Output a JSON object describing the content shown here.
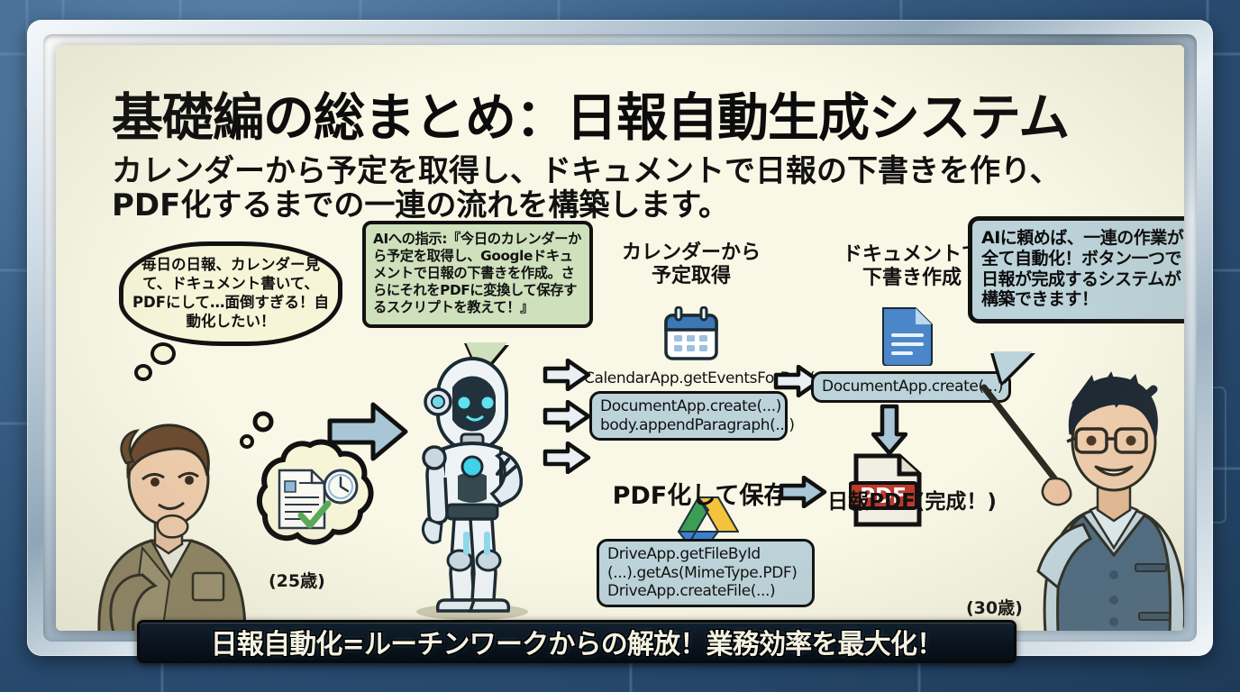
{
  "heading": {
    "title": "基礎編の総まとめ：日報自動生成システム",
    "sub1": "カレンダーから予定を取得し、ドキュメントで日報の下書きを作り、",
    "sub2": "PDF化するまでの一連の流れを構築します。"
  },
  "left_person": {
    "thought": "毎日の日報、カレンダー見て、ドキュメント書いて、PDFにして…面倒すぎる！自動化したい！",
    "age_label": "(25歳)"
  },
  "ai_prompt": {
    "text": "AIへの指示:『今日のカレンダーから予定を取得し、Googleドキュメントで日報の下書きを作成。さらにそれをPDFに変換して保存するスクリプトを教えて！』"
  },
  "right_person": {
    "speech": "AIに頼めば、一連の作業が全て自動化！ボタン一つで日報が完成するシステムが構築できます！",
    "age_label": "(30歳)"
  },
  "flow": {
    "calendar": {
      "label_line1": "カレンダーから",
      "label_line2": "予定取得",
      "icon": "calendar-icon",
      "code": "CalendarApp.getEventsForDay(...)"
    },
    "document": {
      "label_line1": "ドキュメントで",
      "label_line2": "下書き作成",
      "icon": "document-icon",
      "code": "DocumentApp.create(...)"
    },
    "doc_code_box": {
      "line1": "DocumentApp.create(...)",
      "line2": "body.appendParagraph(...)"
    },
    "drive": {
      "icon": "google-drive-icon",
      "label": "PDF化して保存",
      "code_line1": "DriveApp.getFileById",
      "code_line2": "(...).getAs(MimeType.PDF)",
      "code_line3": "DriveApp.createFile(...)"
    },
    "output": {
      "icon": "pdf-file-icon",
      "badge": "PDF",
      "label": "日報PDF(完成！)"
    }
  },
  "banner": {
    "text": "日報自動化=ルーチンワークからの解放！業務効率を最大化！"
  },
  "colors": {
    "canvas": "#f9f8e6",
    "accent_blue": "#bcd3da",
    "ai_green": "#cfe0bc",
    "pdf_red": "#c0392b",
    "background": "#2b4f72"
  }
}
